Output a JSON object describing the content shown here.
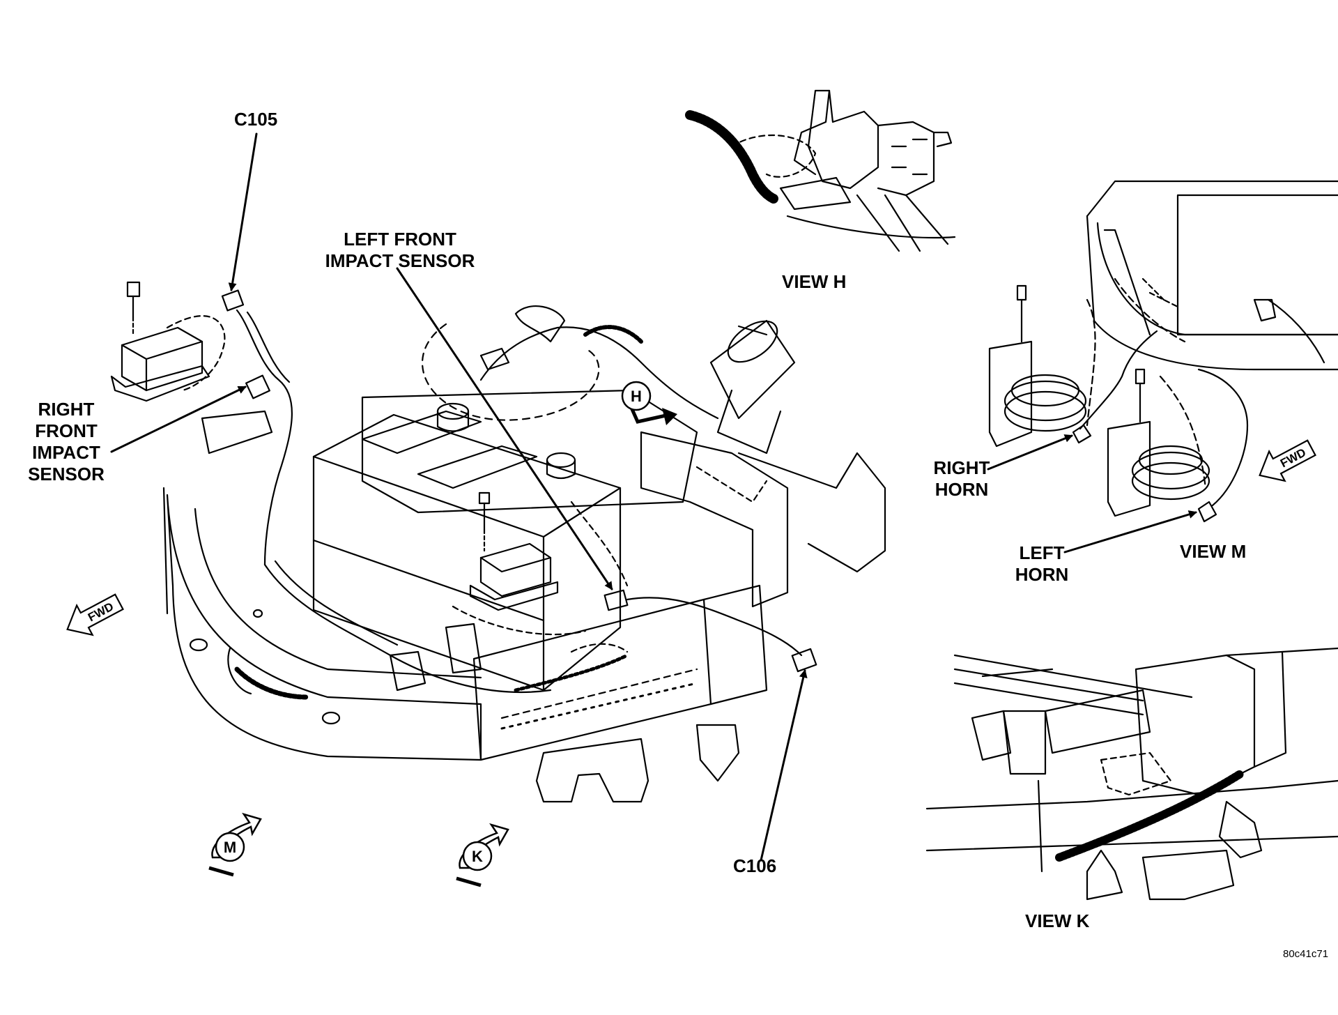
{
  "labels": {
    "c105": "C105",
    "c106": "C106",
    "left_front_impact_sensor": [
      "LEFT FRONT",
      "IMPACT SENSOR"
    ],
    "right_front_impact_sensor": [
      "RIGHT",
      "FRONT",
      "IMPACT",
      "SENSOR"
    ],
    "right_horn": [
      "RIGHT",
      "HORN"
    ],
    "left_horn": [
      "LEFT",
      "HORN"
    ],
    "view_h": "VIEW H",
    "view_m": "VIEW M",
    "view_k": "VIEW K",
    "figure_id": "80c41c71"
  },
  "view_badges": {
    "h": "H",
    "m": "M",
    "k": "K"
  },
  "fwd_markers": {
    "main": "FWD",
    "view_m": "FWD"
  }
}
